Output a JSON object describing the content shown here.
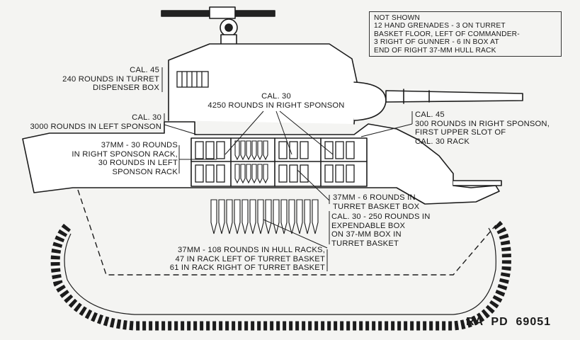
{
  "notes": {
    "not_shown": "NOT SHOWN\n12 HAND GRENADES - 3 ON TURRET\nBASKET FLOOR, LEFT OF COMMANDER-\n3 RIGHT OF GUNNER - 6 IN BOX AT\nEND OF RIGHT 37-MM HULL RACK"
  },
  "labels": {
    "cal45_turret": "CAL. 45\n240 ROUNDS IN TURRET\nDISPENSER BOX",
    "cal30_right_sponson": "CAL. 30\n4250 ROUNDS IN RIGHT SPONSON",
    "cal30_left_sponson": "CAL. 30\n3000 ROUNDS IN LEFT SPONSON",
    "cal45_right_sponson": "CAL. 45\n300 ROUNDS IN RIGHT SPONSON,\nFIRST UPPER SLOT OF\nCAL. 30 RACK",
    "mm37_sponson_racks": "37MM - 30 ROUNDS\nIN RIGHT SPONSON RACK,\n30 ROUNDS IN LEFT\nSPONSON RACK",
    "mm37_turret_basket": "37MM - 6 ROUNDS IN\nTURRET BASKET BOX",
    "cal30_expendable": "CAL. 30 - 250 ROUNDS IN\nEXPENDABLE BOX\nON 37-MM BOX IN\nTURRET BASKET",
    "mm37_hull_racks": "37MM - 108 ROUNDS IN HULL RACKS,\n47 IN RACK LEFT OF TURRET BASKET\n61 IN RACK RIGHT OF TURRET BASKET"
  },
  "plate_number": "RA  PD  69051"
}
